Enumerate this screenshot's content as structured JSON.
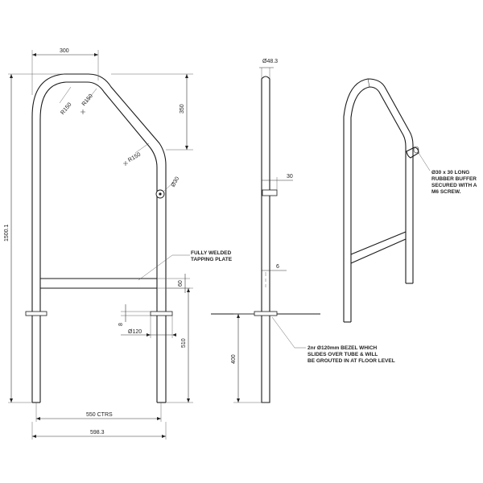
{
  "front_view": {
    "dim_top_width": "300",
    "radius_top_left": "R150",
    "radius_top_right": "R150",
    "radius_lower": "R150",
    "dim_slope_height": "350",
    "dim_overall_height": "1500.1",
    "dim_screw_dia": "Ø30",
    "dim_rail_gap": "60",
    "dim_bezel_thk": "8",
    "dim_bezel_dia": "Ø120",
    "dim_leg_height": "510",
    "dim_centres": "550 CTRS",
    "dim_overall_width": "598.3",
    "note_plate": [
      "FULLY WELDED",
      "TAPPING PLATE"
    ]
  },
  "side_view": {
    "dim_tube_dia": "Ø48.3",
    "dim_buffer_len": "30",
    "dim_plate_thk": "6",
    "dim_embed_depth": "400",
    "note_bezel": [
      "2nr Ø120mm BEZEL WHICH",
      "SLIDES OVER TUBE & WILL",
      "BE GROUTED IN AT FLOOR LEVEL"
    ]
  },
  "iso_view": {
    "note_buffer": [
      "Ø30 x 30 LONG",
      "RUBBER BUFFER",
      "SECURED WITH A",
      "M6 SCREW."
    ]
  }
}
